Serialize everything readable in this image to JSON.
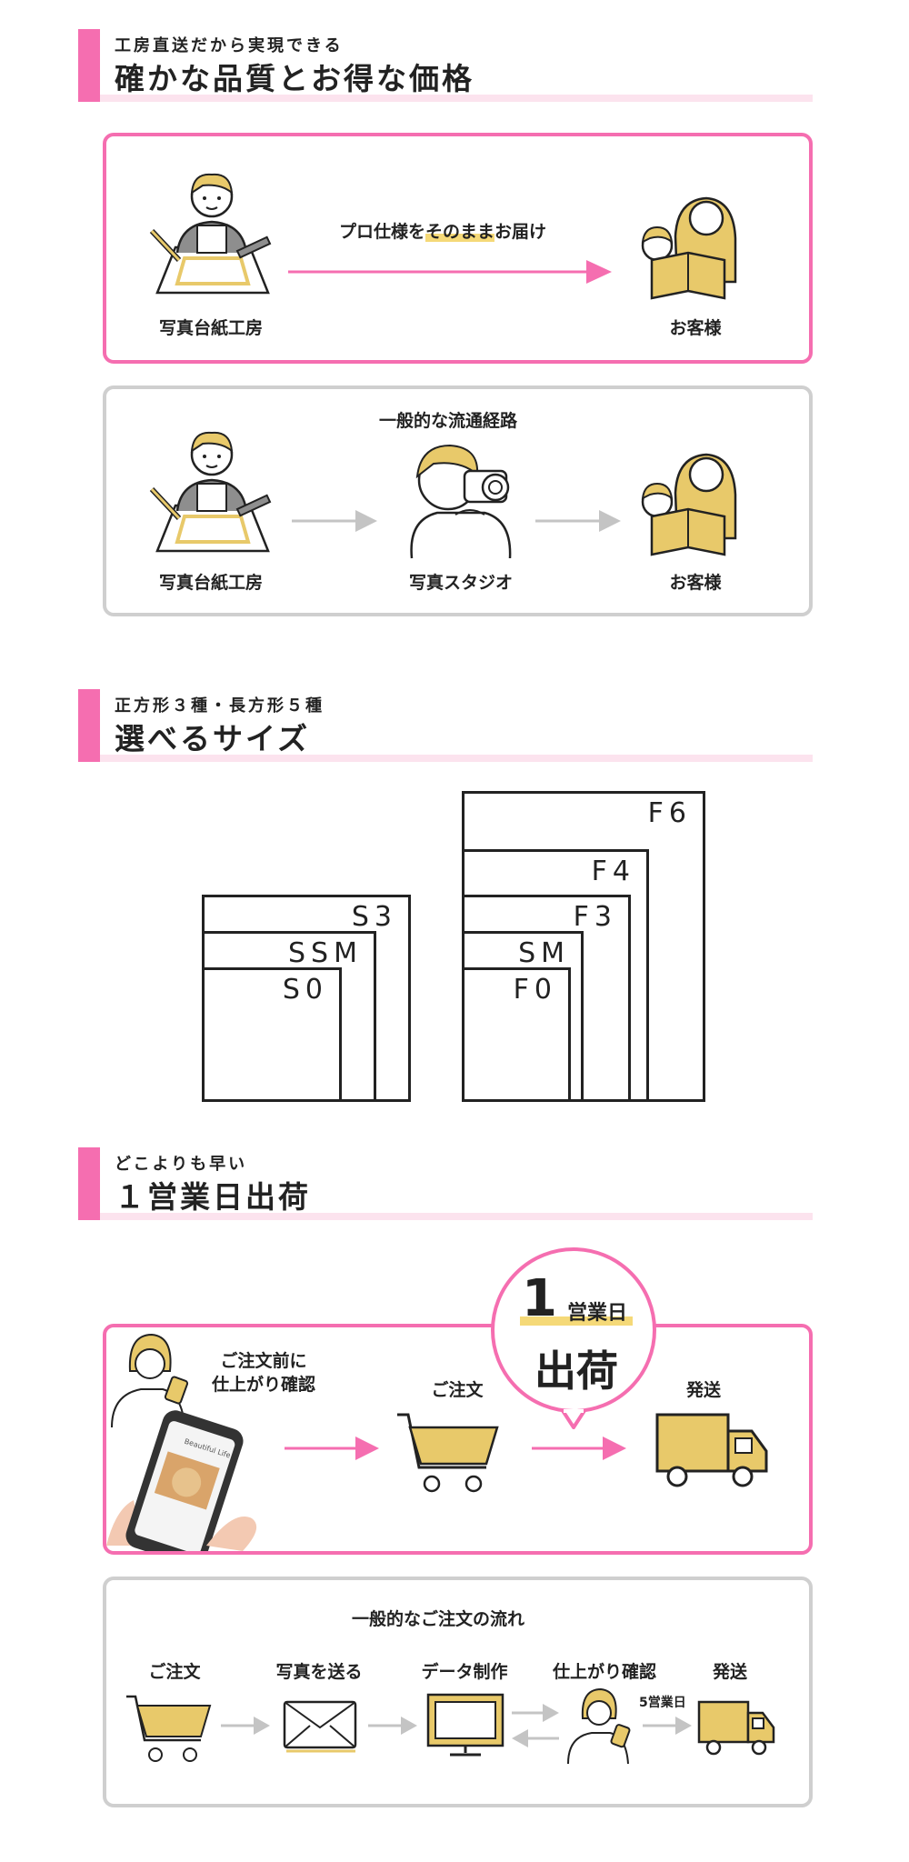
{
  "section1": {
    "sub": "工房直送だから実現できる",
    "title": "確かな品質とお得な価格"
  },
  "direct": {
    "producer": "写真台紙工房",
    "message": "プロ仕様を",
    "message_hl": "そのまま",
    "message_end": "お届け",
    "customer": "お客様"
  },
  "general": {
    "title": "一般的な流通経路",
    "producer": "写真台紙工房",
    "studio": "写真スタジオ",
    "customer": "お客様"
  },
  "section2": {
    "sub": "正方形３種・長方形５種",
    "title": "選べるサイズ"
  },
  "sizes": {
    "square": [
      "S3",
      "SSM",
      "S0"
    ],
    "rect": [
      "F6",
      "F4",
      "F3",
      "SM",
      "F0"
    ]
  },
  "section3": {
    "sub": "どこよりも早い",
    "title": "１営業日出荷"
  },
  "fast": {
    "confirm_line1": "ご注文前に",
    "confirm_line2": "仕上がり確認",
    "order": "ご注文",
    "ship": "発送",
    "bubble_num": "1",
    "bubble_unit": "営業日",
    "bubble_main": "出荷",
    "phone_text": "Beautiful Life"
  },
  "general_flow": {
    "title": "一般的なご注文の流れ",
    "steps": [
      "ご注文",
      "写真を送る",
      "データ制作",
      "仕上がり確認",
      "発送"
    ],
    "days": "5営業日"
  },
  "colors": {
    "pink": "#f56eb0",
    "yellow": "#e8c96a",
    "gray": "#cfcfcf"
  }
}
